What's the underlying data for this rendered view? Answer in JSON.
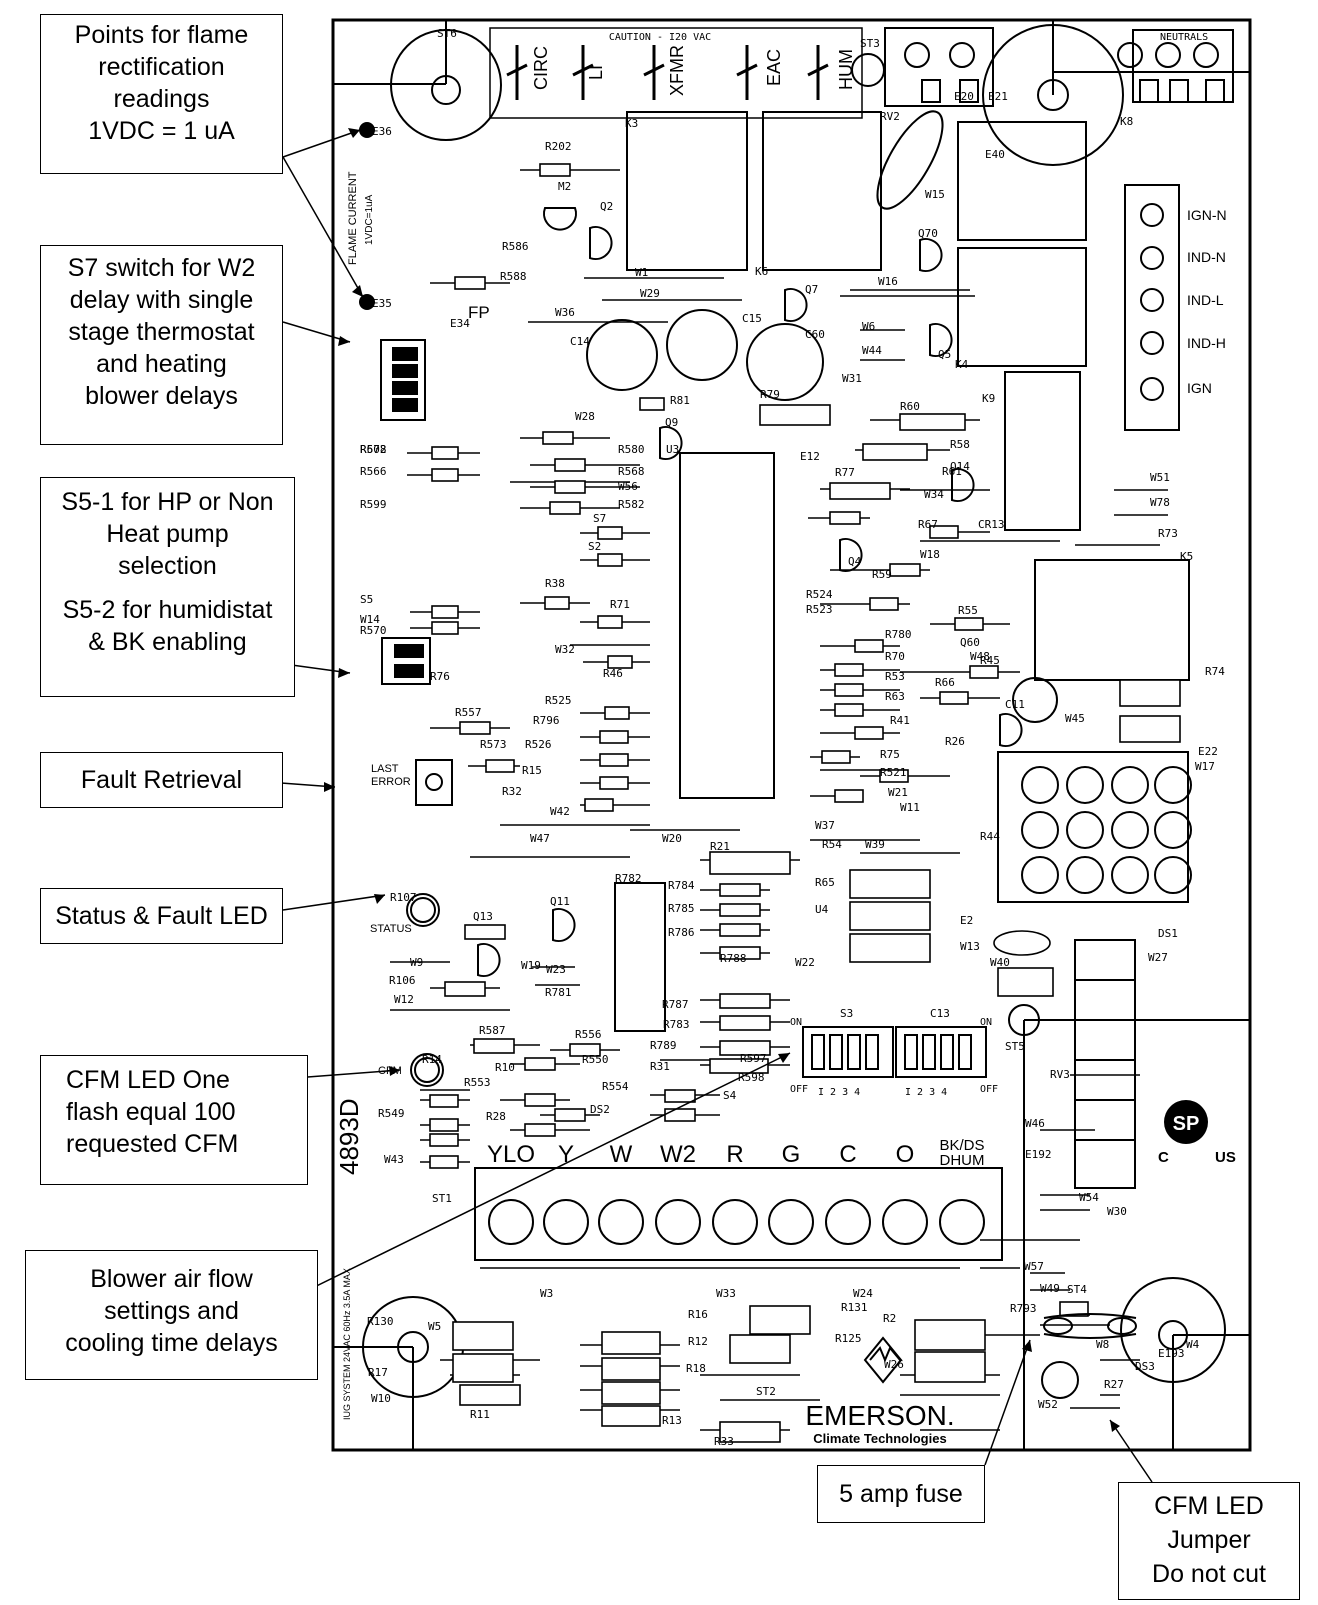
{
  "callouts": {
    "flame": [
      "Points for flame",
      "rectification",
      "readings",
      "1VDC = 1 uA"
    ],
    "s7": [
      "S7 switch for W2",
      "delay with single",
      "stage thermostat",
      "and heating",
      "blower delays"
    ],
    "s5a": [
      "S5-1 for HP or Non",
      "Heat pump",
      "selection"
    ],
    "s5b": [
      "S5-2 for humidistat",
      "& BK enabling"
    ],
    "fault": "Fault Retrieval",
    "status": "Status & Fault LED",
    "cfm": [
      "CFM LED  One",
      "flash equal 100",
      "requested CFM"
    ],
    "blower": [
      "Blower air flow",
      "settings and",
      "cooling time delays"
    ],
    "fuse": "5 amp fuse",
    "jumper": [
      "CFM LED",
      "Jumper",
      "Do not cut"
    ]
  },
  "board": {
    "caution": "CAUTION - I20 VAC",
    "neutrals": "NEUTRALS",
    "relay_labels": [
      "CIRC",
      "LI",
      "XFMR",
      "EAC",
      "HUM"
    ],
    "ign_labels": [
      "IGN-N",
      "IND-N",
      "IND-L",
      "IND-H",
      "IGN"
    ],
    "terminals": [
      "YLO",
      "Y",
      "W",
      "W2",
      "R",
      "G",
      "C",
      "O",
      "BK/DS"
    ],
    "terminal_sub": "DHUM",
    "model": "4893D",
    "flame_current": "FLAME CURRENT",
    "flame_unit": "1VDC=1uA",
    "fp": "FP",
    "last_error": [
      "LAST",
      "ERROR"
    ],
    "status": "STATUS",
    "cfm": "CFM",
    "switch_on": "ON",
    "switch_off": "OFF",
    "switch_nums": "I  2  3  4",
    "system_note": "IUG SYSTEM 24VAC 60Hz 3.5A MAX",
    "brand": "EMERSON.",
    "brand_sub": "Climate Technologies",
    "csa": "SP",
    "csa_c": "C",
    "csa_us": "US",
    "refdes": [
      "E36",
      "E35",
      "E34",
      "R202",
      "M2",
      "Q2",
      "R586",
      "R588",
      "W1",
      "W29",
      "W36",
      "C14",
      "C15",
      "C60",
      "R81",
      "R79",
      "Q9",
      "U3",
      "E12",
      "W28",
      "R578",
      "R566",
      "R580",
      "R568",
      "W56",
      "R582",
      "S7",
      "S2",
      "R602",
      "R599",
      "S5",
      "W14",
      "R570",
      "R76",
      "R38",
      "R71",
      "W32",
      "R46",
      "R525",
      "R796",
      "R526",
      "R15",
      "R32",
      "R557",
      "R573",
      "W42",
      "W47",
      "W20",
      "K3",
      "K6",
      "K4",
      "K8",
      "K9",
      "K5",
      "RV2",
      "W15",
      "Q7",
      "Q70",
      "W16",
      "W6",
      "W44",
      "W31",
      "Q5",
      "E40",
      "R60",
      "R58",
      "R61",
      "Q14",
      "W34",
      "R77",
      "R67",
      "CR13",
      "W18",
      "Q4",
      "R59",
      "R524",
      "R523",
      "R55",
      "R780",
      "R70",
      "R53",
      "R66",
      "R63",
      "R41",
      "R45",
      "W48",
      "Q60",
      "C11",
      "W45",
      "R26",
      "R75",
      "R521",
      "W21",
      "W11",
      "W37",
      "W39",
      "W51",
      "W78",
      "R73",
      "R74",
      "E22",
      "W17",
      "R44",
      "R21",
      "R54",
      "R65",
      "U4",
      "R782",
      "R784",
      "R785",
      "R786",
      "W22",
      "R788",
      "R787",
      "R783",
      "R789",
      "R31",
      "R597",
      "R598",
      "S4",
      "S3",
      "C13",
      "ST5",
      "RV3",
      "W40",
      "W13",
      "E2",
      "W27",
      "DS1",
      "R107",
      "Q13",
      "Q11",
      "W19",
      "R106",
      "W12",
      "W9",
      "W23",
      "R781",
      "R587",
      "R556",
      "R10",
      "R550",
      "R554",
      "DS2",
      "R14",
      "R553",
      "R28",
      "R549",
      "W43",
      "W46",
      "E192",
      "ST1",
      "W5",
      "W3",
      "W33",
      "W24",
      "W30",
      "W54",
      "W57",
      "W49",
      "R793",
      "ST4",
      "E193",
      "W4",
      "W8",
      "DS3",
      "W52",
      "R27",
      "R130",
      "R17",
      "W10",
      "R11",
      "R16",
      "R12",
      "R18",
      "R13",
      "R33",
      "R131",
      "R2",
      "R125",
      "W26",
      "ST2",
      "ST6",
      "ST3",
      "E21",
      "E20"
    ]
  }
}
